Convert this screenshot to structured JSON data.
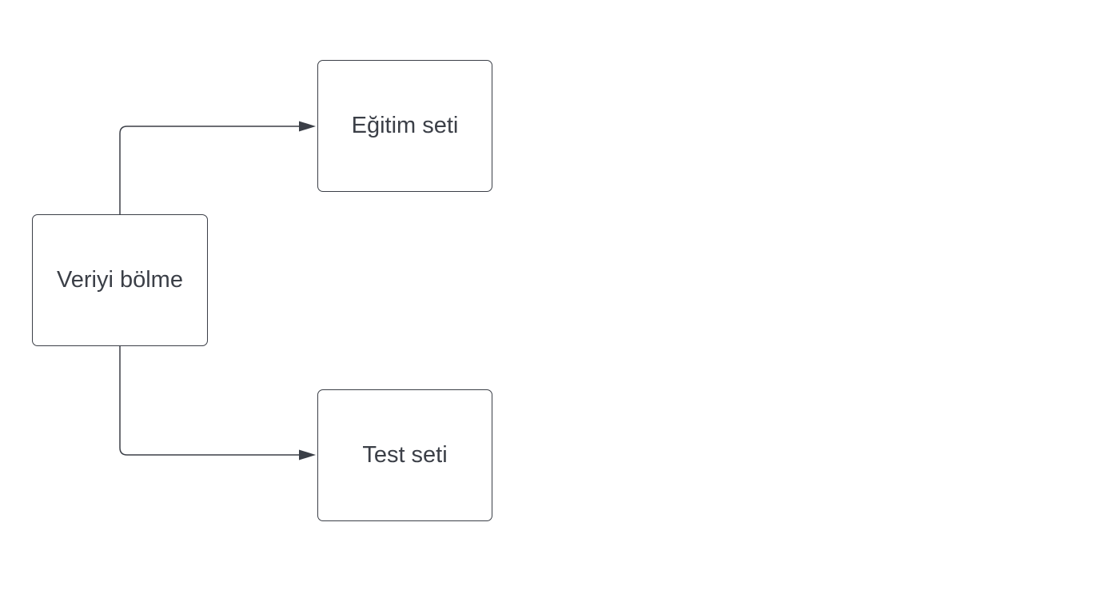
{
  "diagram": {
    "nodes": [
      {
        "id": "split",
        "label": "Veriyi bölme"
      },
      {
        "id": "train",
        "label": "Eğitim seti"
      },
      {
        "id": "test",
        "label": "Test seti"
      }
    ],
    "edges": [
      {
        "from": "split",
        "to": "train"
      },
      {
        "from": "split",
        "to": "test"
      }
    ],
    "colors": {
      "stroke": "#3b3f47",
      "text": "#3b3f47",
      "background": "#ffffff"
    }
  }
}
